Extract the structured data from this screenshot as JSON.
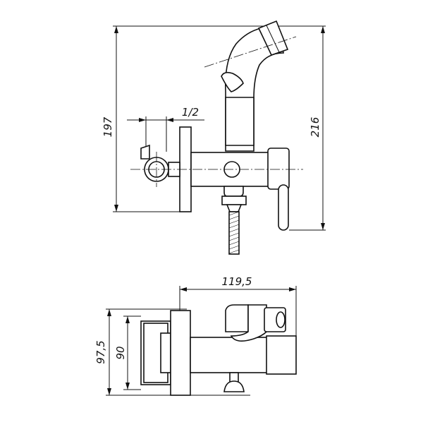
{
  "dimensions": {
    "height_total_hose": "197",
    "height_total_head": "216",
    "thread_size": "1/2",
    "length": "119,5",
    "depth_outer": "97,5",
    "depth_inner": "90"
  }
}
